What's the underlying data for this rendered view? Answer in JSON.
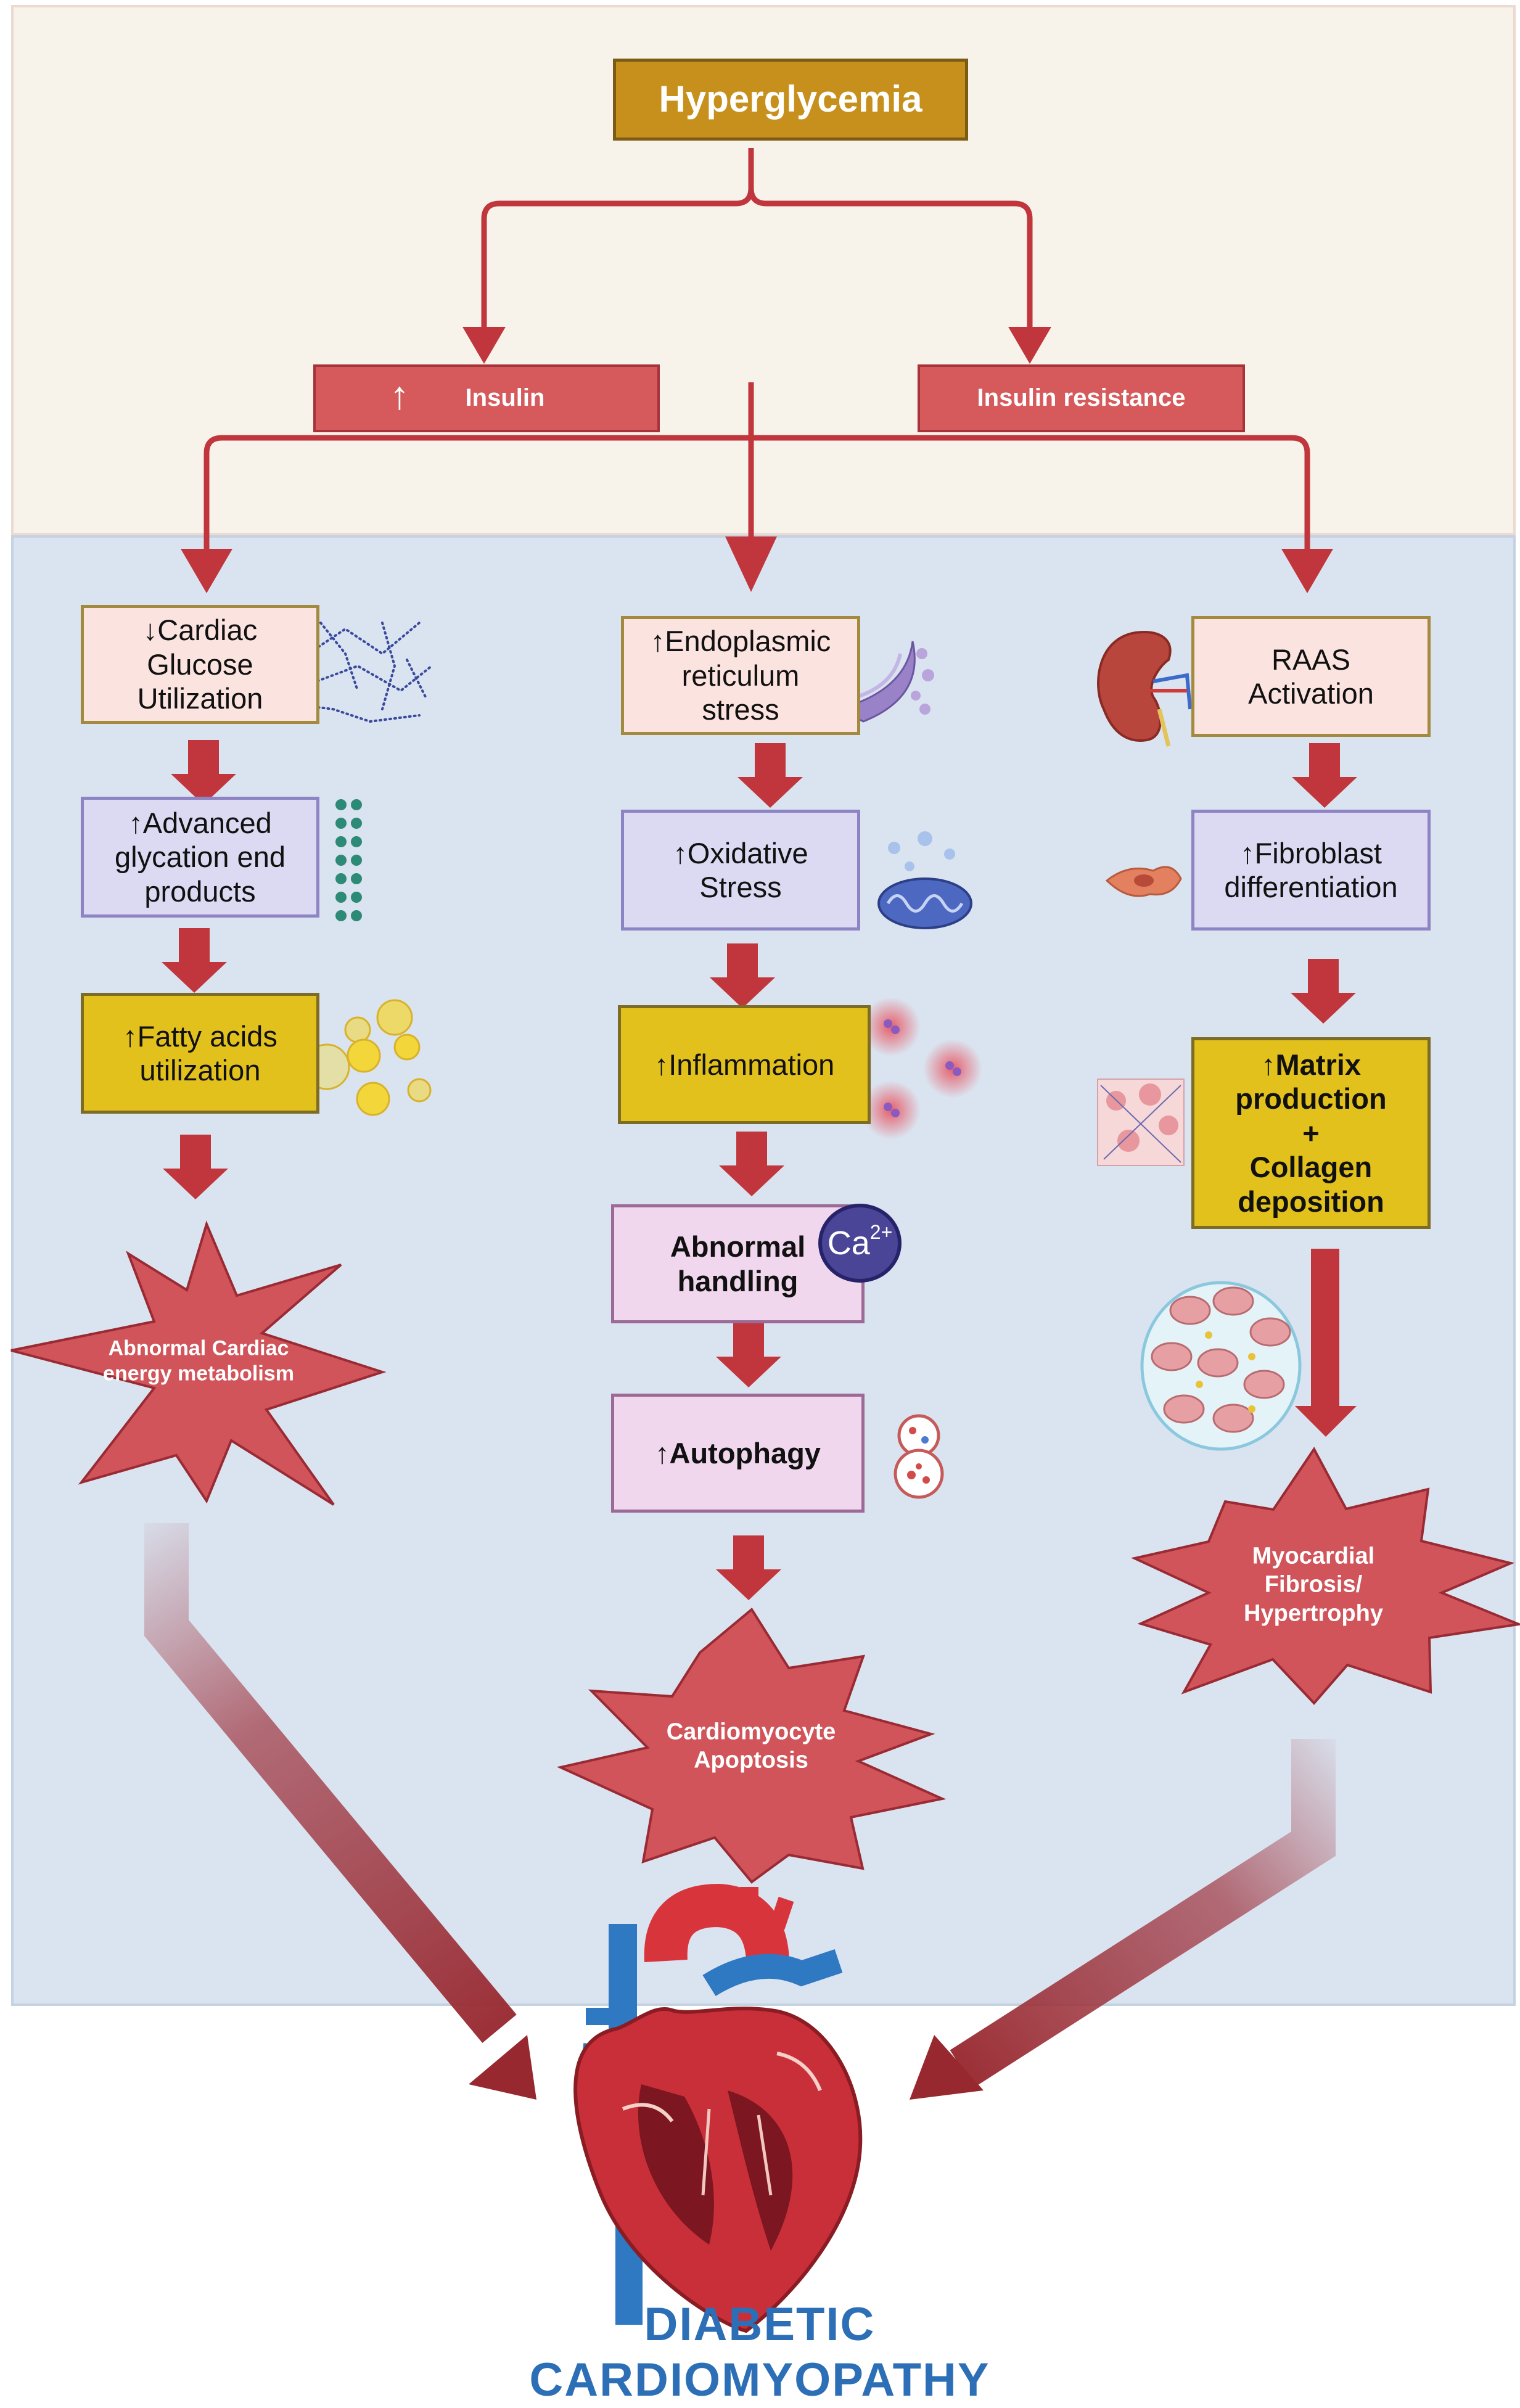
{
  "top": {
    "hyperglycemia": "Hyperglycemia",
    "insulin": "Insulin",
    "insulin_resistance": "Insulin resistance"
  },
  "left_column": {
    "glucose": "↓Cardiac\nGlucose\nUtilization",
    "age": "↑Advanced\nglycation end\nproducts",
    "fatty": "↑Fatty acids\nutilization",
    "outcome": "Abnormal Cardiac\nenergy metabolism"
  },
  "middle_column": {
    "er": "↑Endoplasmic\nreticulum\nstress",
    "oxidative": "↑Oxidative\nStress",
    "inflammation": "↑Inflammation",
    "abnormal": "Abnormal\nhandling",
    "ca": "Ca",
    "ca_sup": "2+",
    "autophagy": "↑Autophagy",
    "outcome": "Cardiomyocyte\nApoptosis"
  },
  "right_column": {
    "raas": "RAAS\nActivation",
    "fibroblast": "↑Fibroblast\ndifferentiation",
    "matrix": "↑Matrix\nproduction\n+\nCollagen\ndeposition",
    "outcome": "Myocardial\nFibrosis/\nHypertrophy"
  },
  "title": "DIABETIC\nCARDIOMYOPATHY",
  "colors": {
    "top_panel": "#f7f2ea",
    "main_panel": "#dae4f0",
    "arrow_red": "#c0363c",
    "hyper_box": "#c7901c",
    "title_blue": "#2d6fb6"
  }
}
